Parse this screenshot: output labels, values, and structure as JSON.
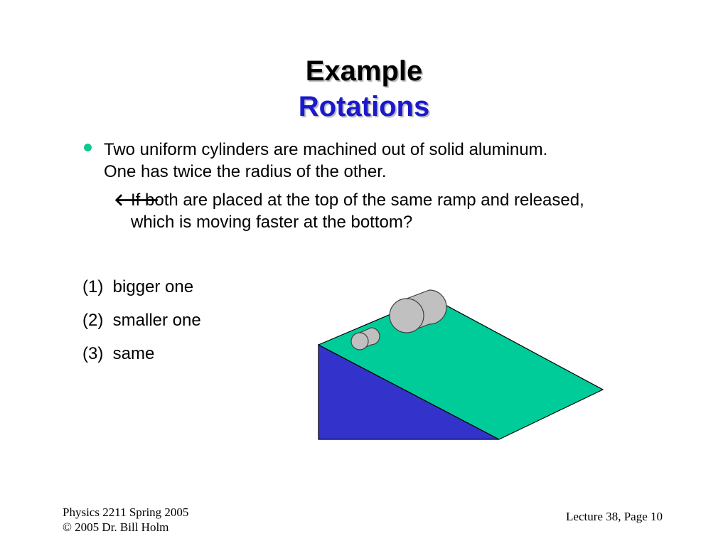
{
  "title": "Example",
  "subtitle": "Rotations",
  "bullet": {
    "line1": "Two uniform cylinders are machined out of solid aluminum.",
    "line2": "One has twice the radius of the other."
  },
  "sub_bullet": {
    "icon": "left-arrow-icon",
    "line1": "If both are placed at the top of the same ramp and released,",
    "line2": "which is moving faster at the bottom?"
  },
  "options": [
    "(1)  bigger one",
    "(2)  smaller one",
    "(3)  same"
  ],
  "footer": {
    "course": "Physics 2211 Spring 2005",
    "copyright": "© 2005 Dr. Bill Holm",
    "page": "Lecture 38, Page 10"
  },
  "colors": {
    "ramp_top": "#00cc99",
    "ramp_side": "#3333cc",
    "cylinder": "#c0c0c0",
    "subtitle": "#1a1acc",
    "bullet": "#10c890"
  }
}
